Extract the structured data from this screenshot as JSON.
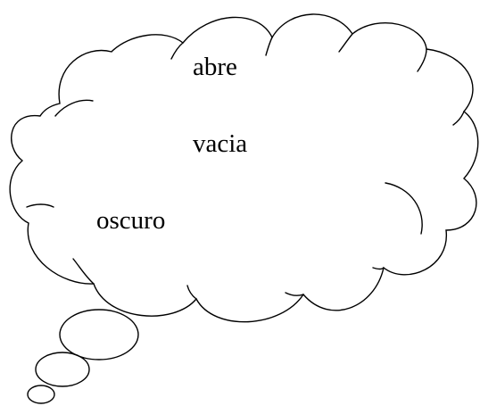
{
  "thought_bubble": {
    "words": [
      "abre",
      "vacia",
      "oscuro"
    ]
  },
  "colors": {
    "background": "#ffffff",
    "stroke": "#000000",
    "text": "#000000"
  }
}
